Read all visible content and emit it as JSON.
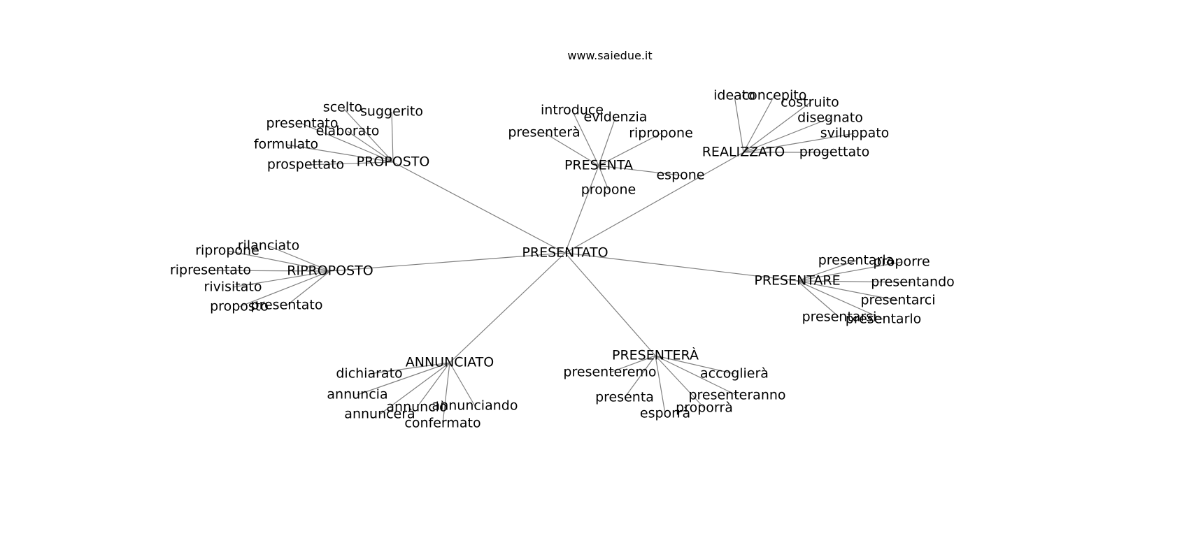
{
  "site": {
    "title": "www.saiedue.it"
  },
  "graph": {
    "root": "PRESENTATO",
    "hubs": [
      {
        "label": "PROPOSTO",
        "leaves": [
          "scelto",
          "suggerito",
          "presentato",
          "elaborato",
          "formulato",
          "prospettato"
        ]
      },
      {
        "label": "PRESENTA",
        "leaves": [
          "introduce",
          "evidenzia",
          "presenterà",
          "ripropone",
          "espone",
          "propone"
        ]
      },
      {
        "label": "REALIZZATO",
        "leaves": [
          "ideato",
          "concepito",
          "costruito",
          "disegnato",
          "sviluppato",
          "progettato"
        ]
      },
      {
        "label": "RIPROPOSTO",
        "leaves": [
          "ripropone",
          "rilanciato",
          "ripresentato",
          "rivisitato",
          "proposto",
          "presentato"
        ]
      },
      {
        "label": "PRESENTARE",
        "leaves": [
          "presentarla",
          "proporre",
          "presentando",
          "presentarci",
          "presentarsi",
          "presentarlo"
        ]
      },
      {
        "label": "ANNUNCIATO",
        "leaves": [
          "dichiarato",
          "annuncia",
          "annunciò",
          "annunciando",
          "annuncerà",
          "confermato"
        ]
      },
      {
        "label": "PRESENTERÀ",
        "leaves": [
          "presenteremo",
          "accoglierà",
          "presenteranno",
          "presenta",
          "proporrà",
          "esporrà"
        ]
      }
    ]
  }
}
